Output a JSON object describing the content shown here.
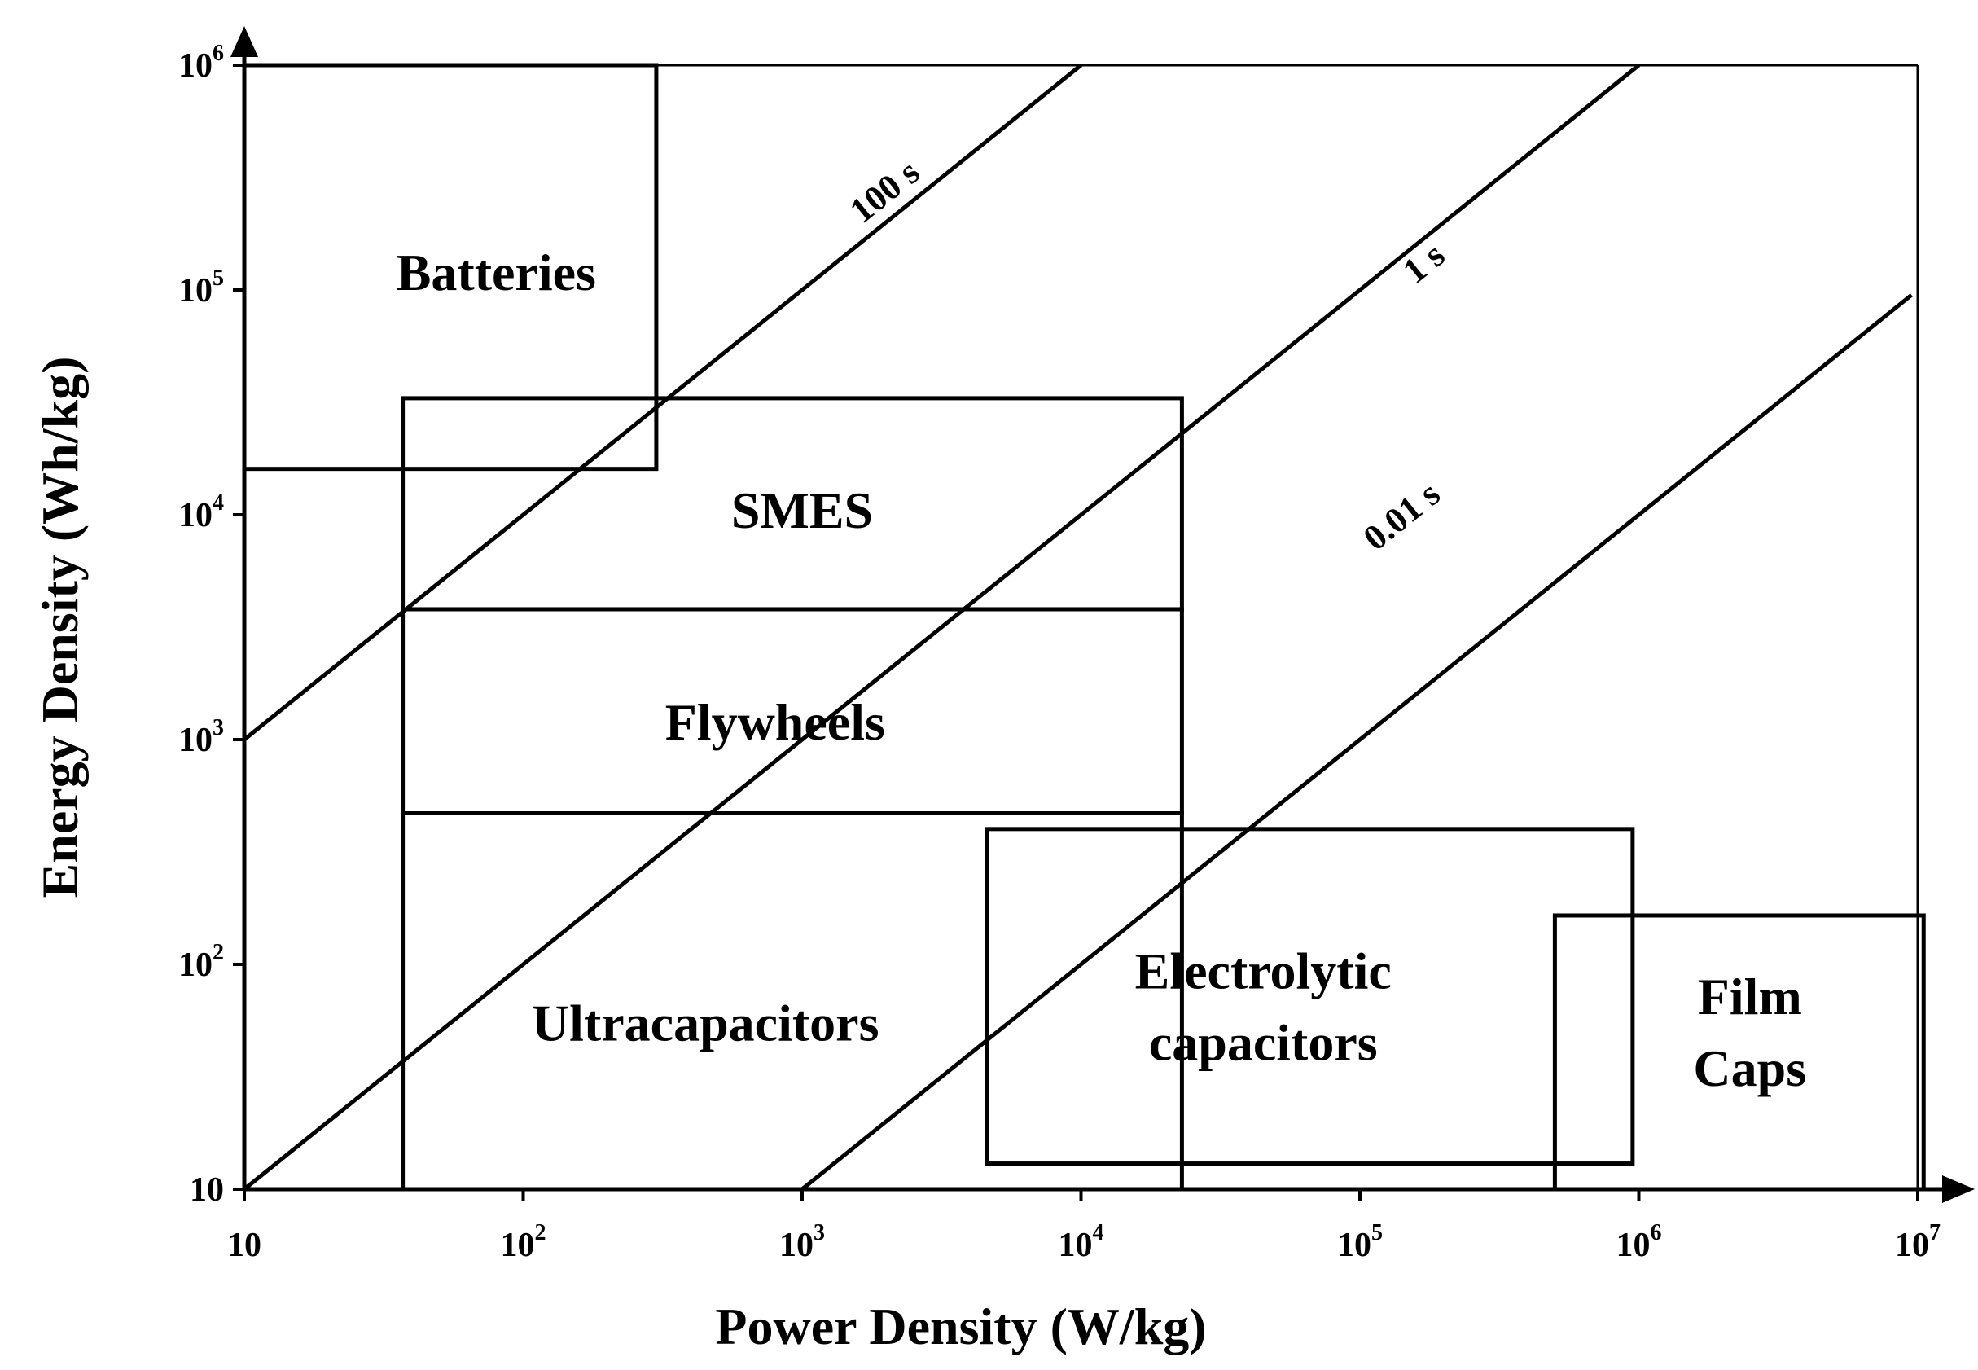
{
  "chart_data": {
    "type": "scatter",
    "title": "",
    "xlabel": "Power Density (W/kg)",
    "ylabel": "Energy Density (Wh/kg)",
    "xscale": "log",
    "yscale": "log",
    "xlim": [
      10,
      10000000
    ],
    "ylim": [
      10,
      1000000
    ],
    "grid": false,
    "x_ticks": [
      {
        "value": 10,
        "base": "10",
        "exp": ""
      },
      {
        "value": 100,
        "base": "10",
        "exp": "2"
      },
      {
        "value": 1000,
        "base": "10",
        "exp": "3"
      },
      {
        "value": 10000,
        "base": "10",
        "exp": "4"
      },
      {
        "value": 100000,
        "base": "10",
        "exp": "5"
      },
      {
        "value": 1000000,
        "base": "10",
        "exp": "6"
      },
      {
        "value": 10000000,
        "base": "10",
        "exp": "7"
      }
    ],
    "y_ticks": [
      {
        "value": 10,
        "base": "10",
        "exp": ""
      },
      {
        "value": 100,
        "base": "10",
        "exp": "2"
      },
      {
        "value": 1000,
        "base": "10",
        "exp": "3"
      },
      {
        "value": 10000,
        "base": "10",
        "exp": "4"
      },
      {
        "value": 100000,
        "base": "10",
        "exp": "5"
      },
      {
        "value": 1000000,
        "base": "10",
        "exp": "6"
      }
    ],
    "regions": [
      {
        "name": "Batteries",
        "label_lines": [
          "Batteries"
        ],
        "x": [
          10,
          300
        ],
        "y": [
          16000,
          1000000
        ],
        "label_at": [
          80,
          120000
        ]
      },
      {
        "name": "SMES",
        "label_lines": [
          "SMES"
        ],
        "x": [
          37,
          23000
        ],
        "y": [
          3800,
          33000
        ],
        "label_at": [
          1000,
          10500
        ]
      },
      {
        "name": "Flywheels",
        "label_lines": [
          "Flywheels"
        ],
        "x": [
          37,
          23000
        ],
        "y": [
          470,
          3800
        ],
        "label_at": [
          800,
          1200
        ]
      },
      {
        "name": "Ultracapacitors",
        "label_lines": [
          "Ultracapacitors"
        ],
        "x": [
          37,
          23000
        ],
        "y": [
          10,
          470
        ],
        "label_at": [
          450,
          55
        ]
      },
      {
        "name": "Electrolytic capacitors",
        "label_lines": [
          "Electrolytic",
          "capacitors"
        ],
        "x": [
          4600,
          950000
        ],
        "y": [
          13,
          400
        ],
        "label_at": [
          45000,
          65
        ]
      },
      {
        "name": "Film Caps",
        "label_lines": [
          "Film",
          "Caps"
        ],
        "x": [
          500000,
          10500000
        ],
        "y": [
          10,
          165
        ],
        "label_at": [
          2500000,
          50
        ]
      }
    ],
    "time_lines": [
      {
        "label": "100 s",
        "x": [
          10,
          10000
        ],
        "y": [
          1000,
          1000000
        ],
        "label_at": [
          2100,
          250000
        ]
      },
      {
        "label": "1 s",
        "x": [
          10,
          1000000
        ],
        "y": [
          10,
          1000000
        ],
        "label_at": [
          180000,
          120000
        ]
      },
      {
        "label": "0.01 s",
        "x": [
          1000,
          9500000
        ],
        "y": [
          10,
          95000
        ],
        "label_at": [
          150000,
          9000
        ]
      }
    ]
  }
}
